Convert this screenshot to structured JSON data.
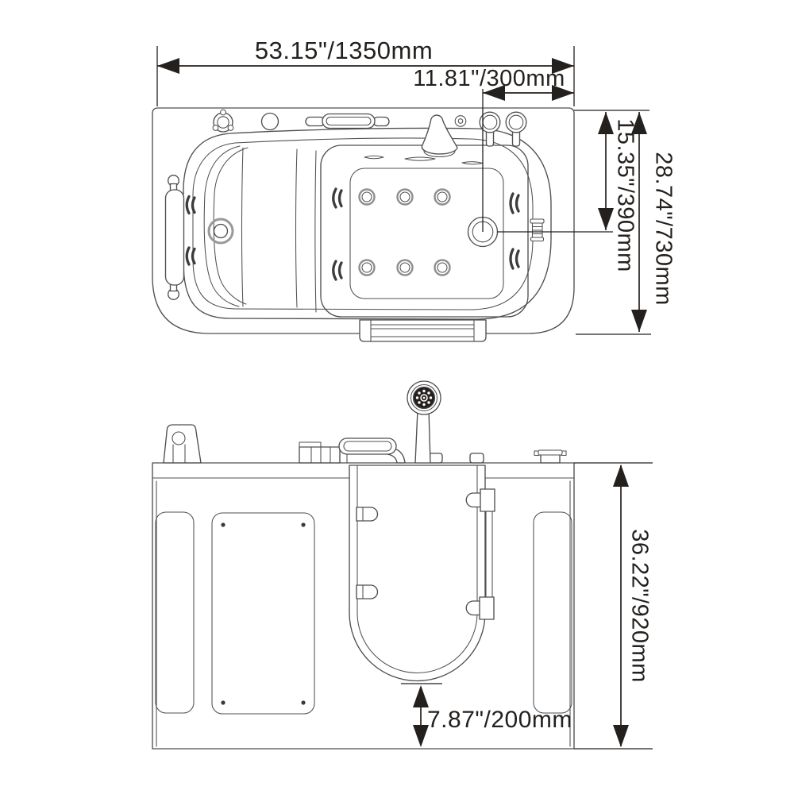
{
  "page": {
    "background_color": "#ffffff"
  },
  "drawing": {
    "line_color": "#4f4f4f",
    "soft_line_color": "#8f8f8f",
    "dimension_color": "#24201d"
  },
  "views": {
    "top_view": {
      "dimensions": {
        "overall_length": "53.15\"/1350mm",
        "faucet_deck_offset": "11.81\"/300mm",
        "drain_center_offset": "15.35\"/390mm",
        "overall_width": "28.74\"/730mm"
      }
    },
    "front_view": {
      "dimensions": {
        "overall_height": "36.22\"/920mm",
        "door_threshold_height": "7.87\"/200mm"
      }
    }
  }
}
